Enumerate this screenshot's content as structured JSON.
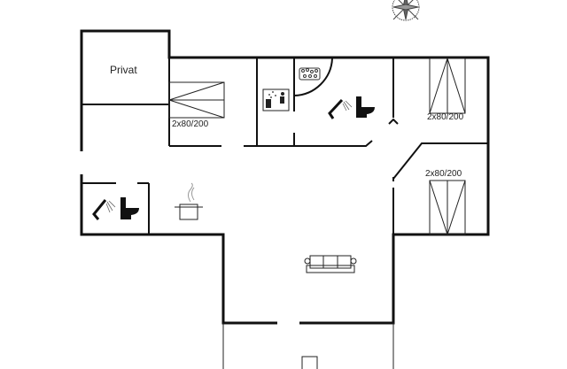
{
  "rooms": {
    "privat_label": "Privat"
  },
  "beds": [
    {
      "label": "2x80/200"
    },
    {
      "label": "2x80/200"
    },
    {
      "label": "2x80/200"
    }
  ],
  "icons": [
    "compass-icon",
    "bed-icon",
    "sauna-icon",
    "whirlpool-icon",
    "shower-icon",
    "toilet-icon",
    "stove-pot-icon",
    "sofa-icon"
  ]
}
